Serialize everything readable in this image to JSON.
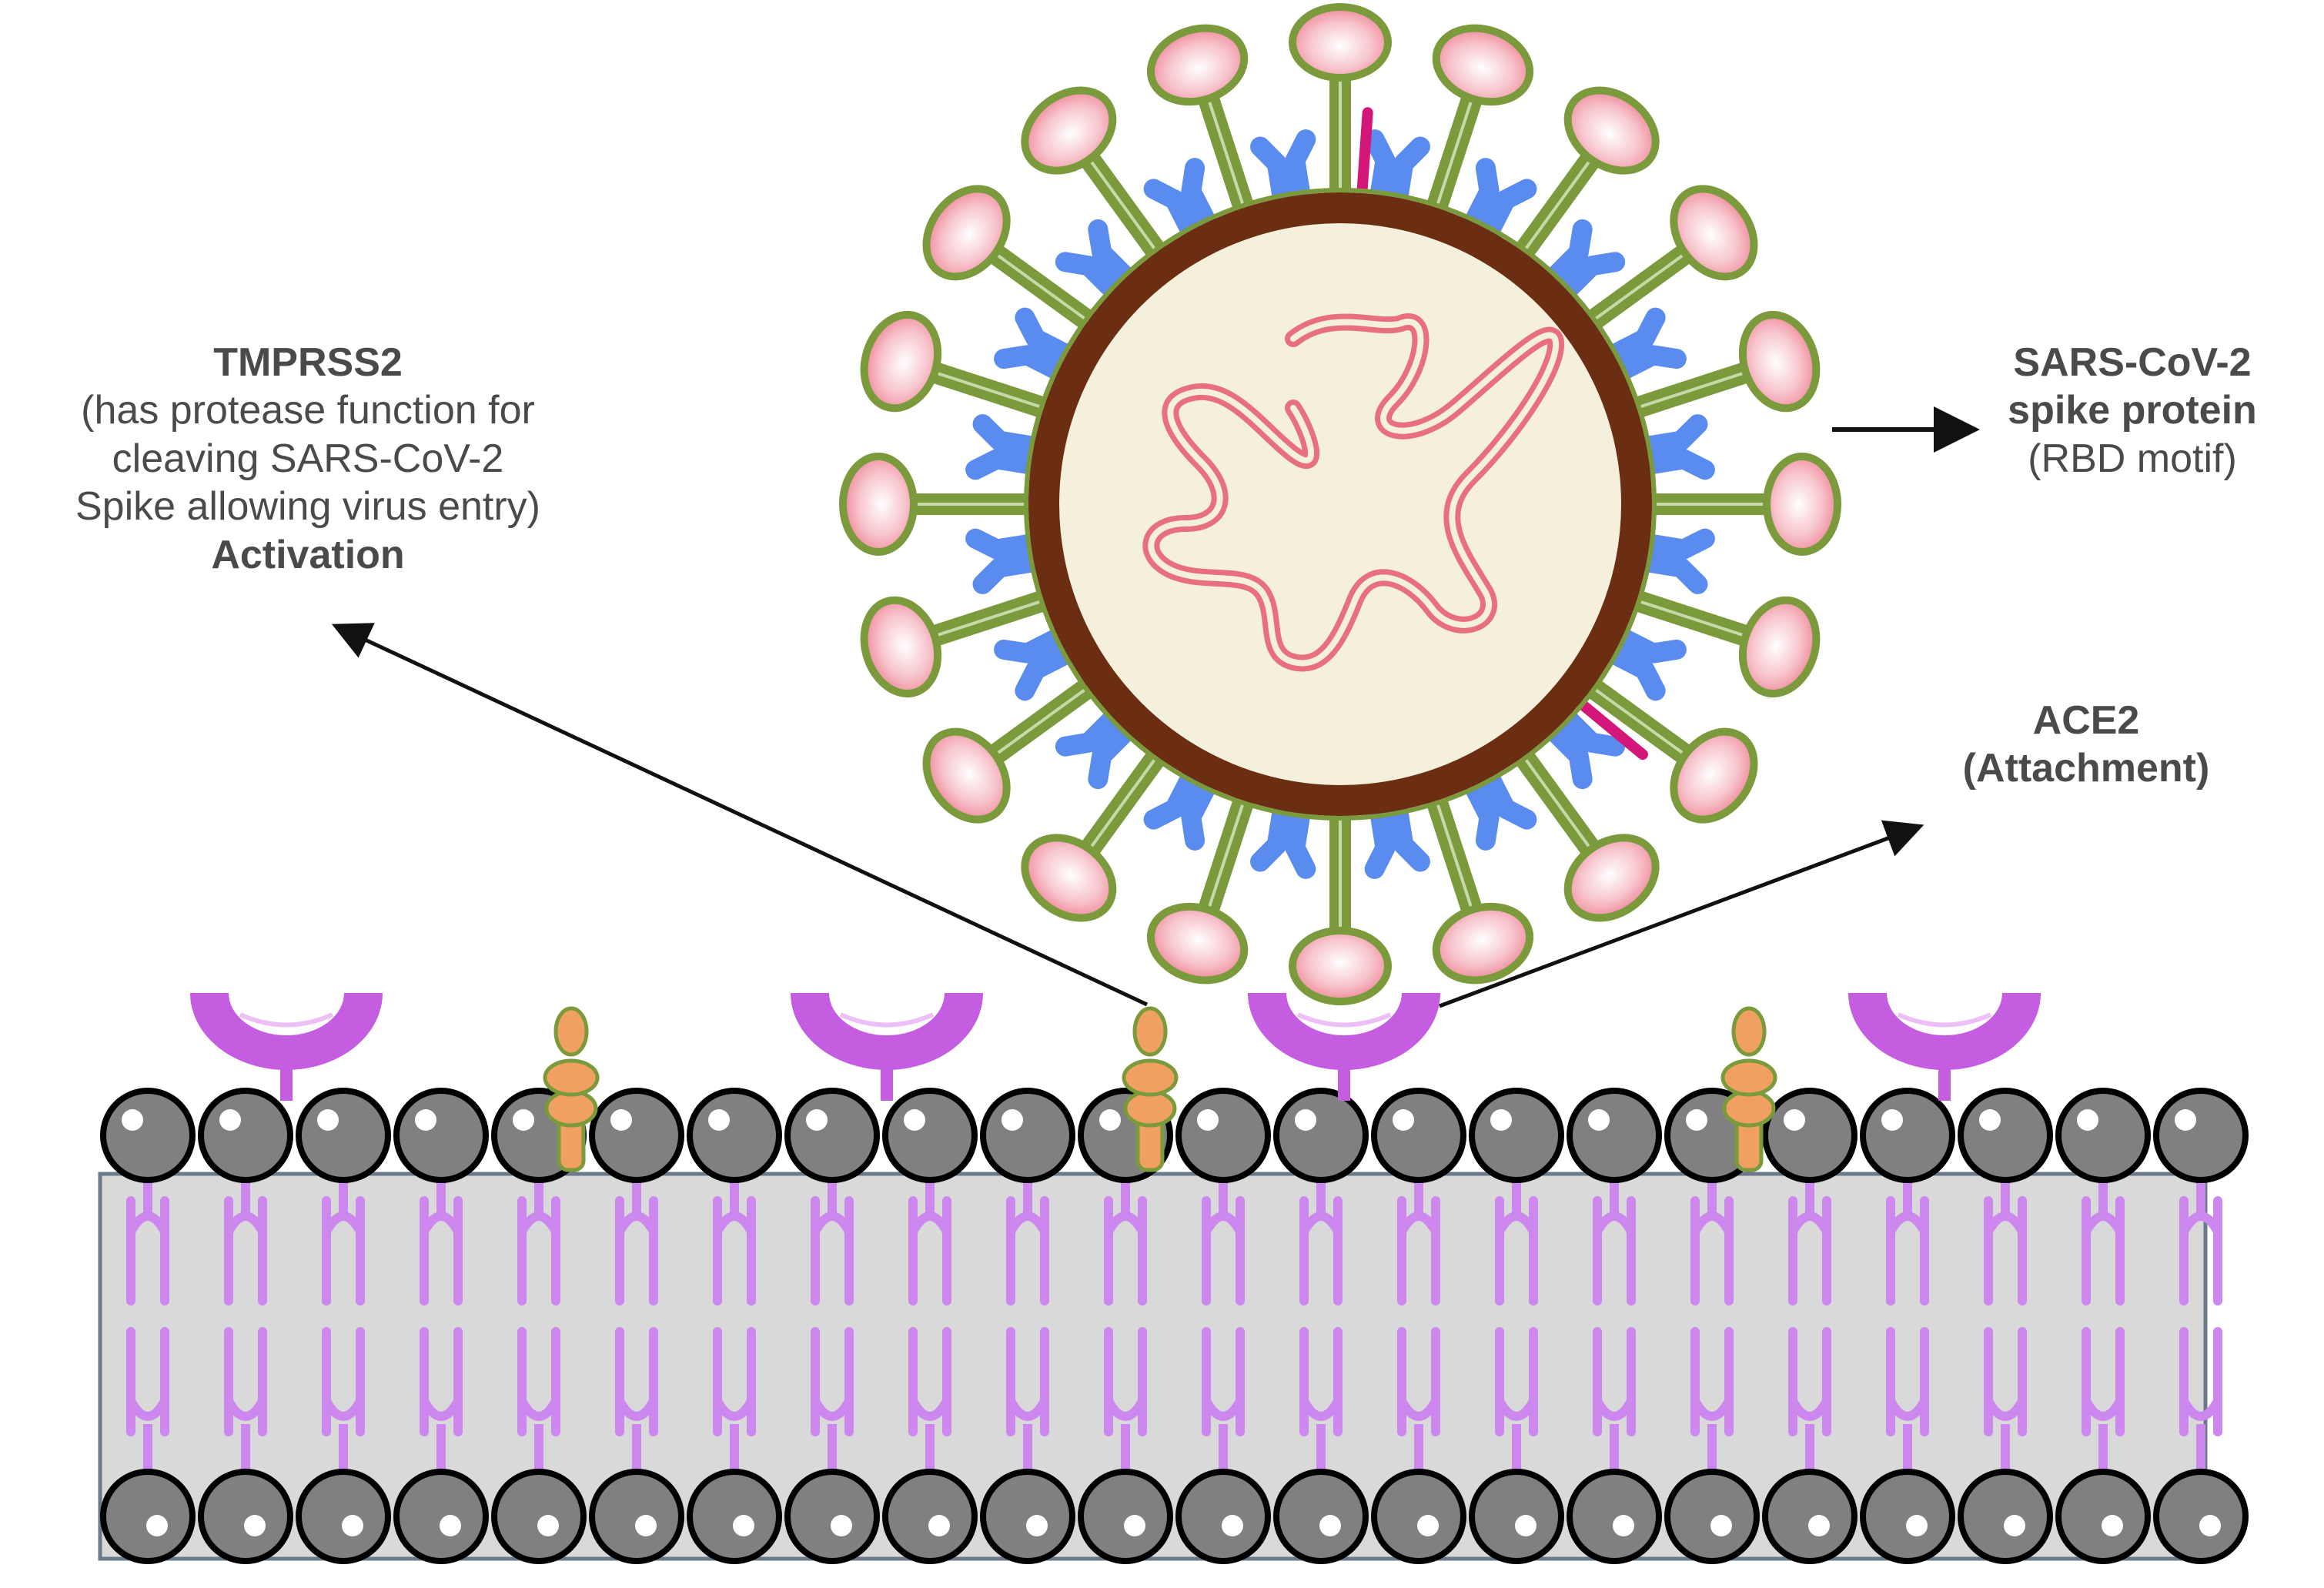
{
  "labels": {
    "tmprss2": {
      "title": "TMPRSS2",
      "line1": "(has protease function for",
      "line2": "cleaving SARS-CoV-2",
      "line3": "Spike allowing virus entry)",
      "line4": "Activation"
    },
    "spike": {
      "title1": "SARS-CoV-2",
      "title2": "spike protein",
      "sub": "(RBD motif)"
    },
    "ace2": {
      "title": "ACE2",
      "sub": "(Attachment)"
    }
  },
  "colors": {
    "envelope": "#6b2e12",
    "core": "#f5f0dc",
    "rna": "#e8707e",
    "spike_stalk": "#7a9a3c",
    "spike_head": "#f08a9a",
    "membrane_protein": "#5a8cf0",
    "envelope_protein": "#d4157a",
    "ace2": "#c45de0",
    "tmprss2": "#f0a060",
    "lipid_head": "#808080",
    "lipid_tail": "#cc88ee",
    "membrane_bg": "#d9d9d9",
    "arrow": "#111111"
  }
}
